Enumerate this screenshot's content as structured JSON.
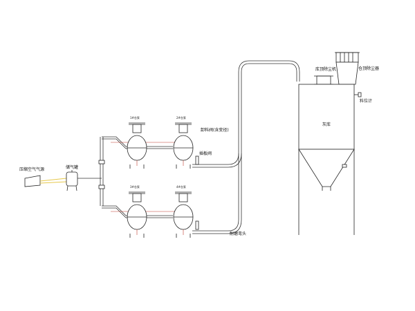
{
  "labels": {
    "compressor": "压缩空气气源",
    "air_tank": "储气罐",
    "discharge_valve": "卸料阀(含变径)",
    "gate_valve": "插板阀",
    "elbow": "耐磨弯头",
    "silo_top_fan": "库顶除尘机",
    "dust_collector": "仓顶除尘器",
    "level_gauge": "料位计",
    "silo": "灰库"
  },
  "pump_tags": [
    "1#仓泵",
    "2#仓泵",
    "3#仓泵",
    "4#仓泵"
  ],
  "colors": {
    "pipe": "#333333",
    "pipe_accent": "#c0392b",
    "air_line": "#e6c84a"
  }
}
